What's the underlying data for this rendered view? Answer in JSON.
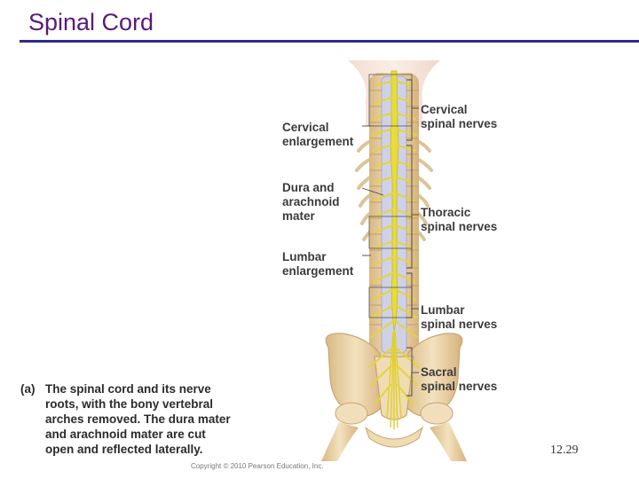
{
  "slide": {
    "title": "Spinal Cord",
    "slide_number": "12.29",
    "copyright": "Copyright © 2010 Pearson Education, Inc."
  },
  "figure": {
    "labels_left": {
      "cervical_enlargement": "Cervical\nenlargement",
      "dura_arachnoid": "Dura and\narachnoid\nmater",
      "lumbar_enlargement": "Lumbar\nenlargement"
    },
    "labels_right": {
      "cervical_nerves": "Cervical\nspinal nerves",
      "thoracic_nerves": "Thoracic\nspinal nerves",
      "lumbar_nerves": "Lumbar\nspinal nerves",
      "sacral_nerves": "Sacral\nspinal nerves"
    }
  },
  "caption": {
    "tag": "(a)",
    "text": "The spinal cord and its nerve\nroots, with the bony vertebral\narches removed. The dura mater\nand  arachnoid mater are cut\nopen and reflected laterally."
  },
  "colors": {
    "title": "#5a1a78",
    "rule": "#2c2a8c",
    "bone": "#e8d1a4",
    "cord": "#e8dc3c",
    "dura": "#cfd2e6"
  }
}
